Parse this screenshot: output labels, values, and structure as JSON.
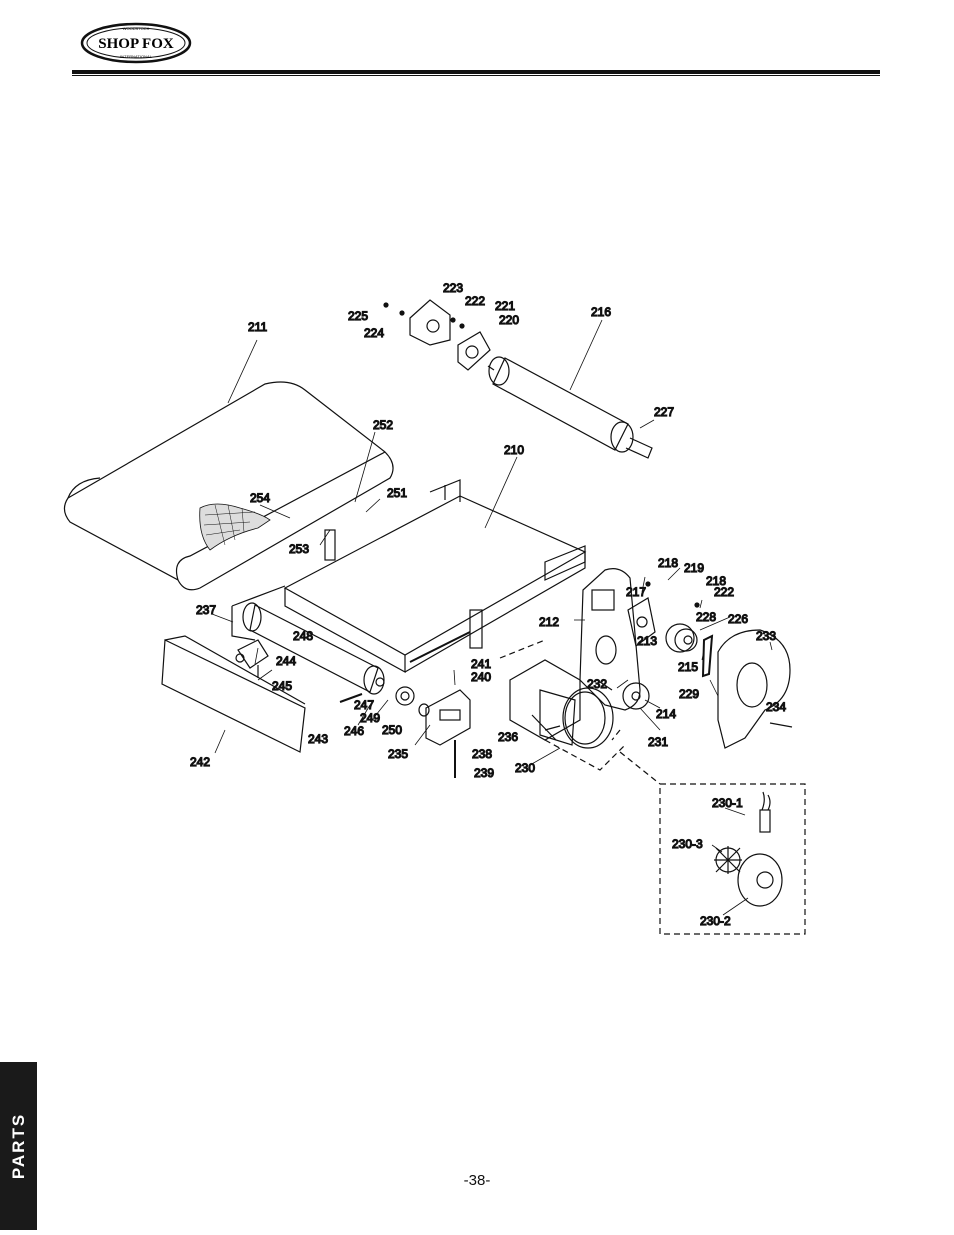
{
  "header": {
    "logo_text": "SHOP FOX",
    "logo_small_top": "WOODSTOCK",
    "logo_small_bottom": "INTERNATIONAL"
  },
  "callouts": {
    "c210": "210",
    "c211": "211",
    "c212": "212",
    "c213": "213",
    "c214": "214",
    "c215": "215",
    "c216": "216",
    "c217": "217",
    "c218a": "218",
    "c218b": "218",
    "c219": "219",
    "c220": "220",
    "c221": "221",
    "c222a": "222",
    "c222b": "222",
    "c223": "223",
    "c224": "224",
    "c225": "225",
    "c226": "226",
    "c227": "227",
    "c228": "228",
    "c229": "229",
    "c230": "230",
    "c230_1": "230-1",
    "c230_2": "230-2",
    "c230_3": "230-3",
    "c231": "231",
    "c232": "232",
    "c233": "233",
    "c234": "234",
    "c235": "235",
    "c236": "236",
    "c237": "237",
    "c238": "238",
    "c239": "239",
    "c240": "240",
    "c241": "241",
    "c242": "242",
    "c243": "243",
    "c244": "244",
    "c245": "245",
    "c246": "246",
    "c247": "247",
    "c248": "248",
    "c249": "249",
    "c250": "250",
    "c251": "251",
    "c252": "252",
    "c253": "253",
    "c254": "254"
  },
  "side_tab": {
    "label": "PARTS"
  },
  "footer": {
    "page_number": "-38-"
  }
}
